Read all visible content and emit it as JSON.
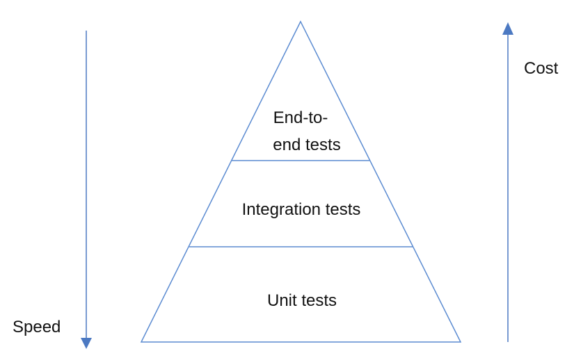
{
  "diagram": {
    "pyramid": {
      "top": {
        "line1": "End-to-",
        "line2": "end tests"
      },
      "middle": "Integration tests",
      "bottom": "Unit tests"
    },
    "arrows": {
      "left": {
        "label": "Speed",
        "direction": "down"
      },
      "right": {
        "label": "Cost",
        "direction": "up"
      }
    },
    "colors": {
      "stroke": "#5B8BD1",
      "arrow": "#4C79C2",
      "text": "#111111"
    }
  }
}
